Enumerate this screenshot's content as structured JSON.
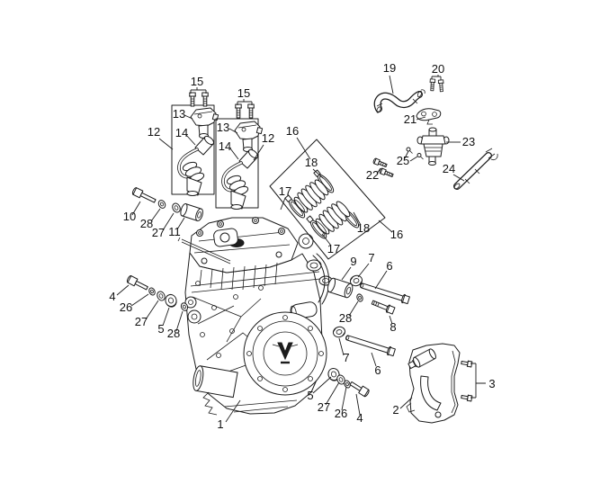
{
  "diagram": {
    "kind": "exploded-parts-diagram",
    "subject": "motorcycle engine assembly with mounting hardware, ignition coils, intake boots, hoses and sprocket guard",
    "background_color": "#ffffff",
    "line_color": "#1c1c1c",
    "label_color": "#111111",
    "part_numbers_shown": [
      "1",
      "2",
      "3",
      "4",
      "5",
      "6",
      "7",
      "8",
      "9",
      "10",
      "11",
      "12",
      "13",
      "14",
      "15",
      "16",
      "17",
      "18",
      "19",
      "20",
      "21",
      "22",
      "23",
      "24",
      "25",
      "26",
      "27",
      "28"
    ]
  },
  "labels": [
    {
      "text": "15"
    },
    {
      "text": "15"
    },
    {
      "text": "13"
    },
    {
      "text": "14"
    },
    {
      "text": "12"
    },
    {
      "text": "13"
    },
    {
      "text": "14"
    },
    {
      "text": "12"
    },
    {
      "text": "16"
    },
    {
      "text": "18"
    },
    {
      "text": "17"
    },
    {
      "text": "18"
    },
    {
      "text": "17"
    },
    {
      "text": "16"
    },
    {
      "text": "19"
    },
    {
      "text": "20"
    },
    {
      "text": "21"
    },
    {
      "text": "23"
    },
    {
      "text": "25"
    },
    {
      "text": "22"
    },
    {
      "text": "24"
    },
    {
      "text": "10"
    },
    {
      "text": "28"
    },
    {
      "text": "27"
    },
    {
      "text": "11"
    },
    {
      "text": "4"
    },
    {
      "text": "26"
    },
    {
      "text": "27"
    },
    {
      "text": "5"
    },
    {
      "text": "28"
    },
    {
      "text": "1"
    },
    {
      "text": "9"
    },
    {
      "text": "7"
    },
    {
      "text": "6"
    },
    {
      "text": "28"
    },
    {
      "text": "8"
    },
    {
      "text": "7"
    },
    {
      "text": "6"
    },
    {
      "text": "5"
    },
    {
      "text": "27"
    },
    {
      "text": "26"
    },
    {
      "text": "4"
    },
    {
      "text": "2"
    },
    {
      "text": "3"
    }
  ]
}
